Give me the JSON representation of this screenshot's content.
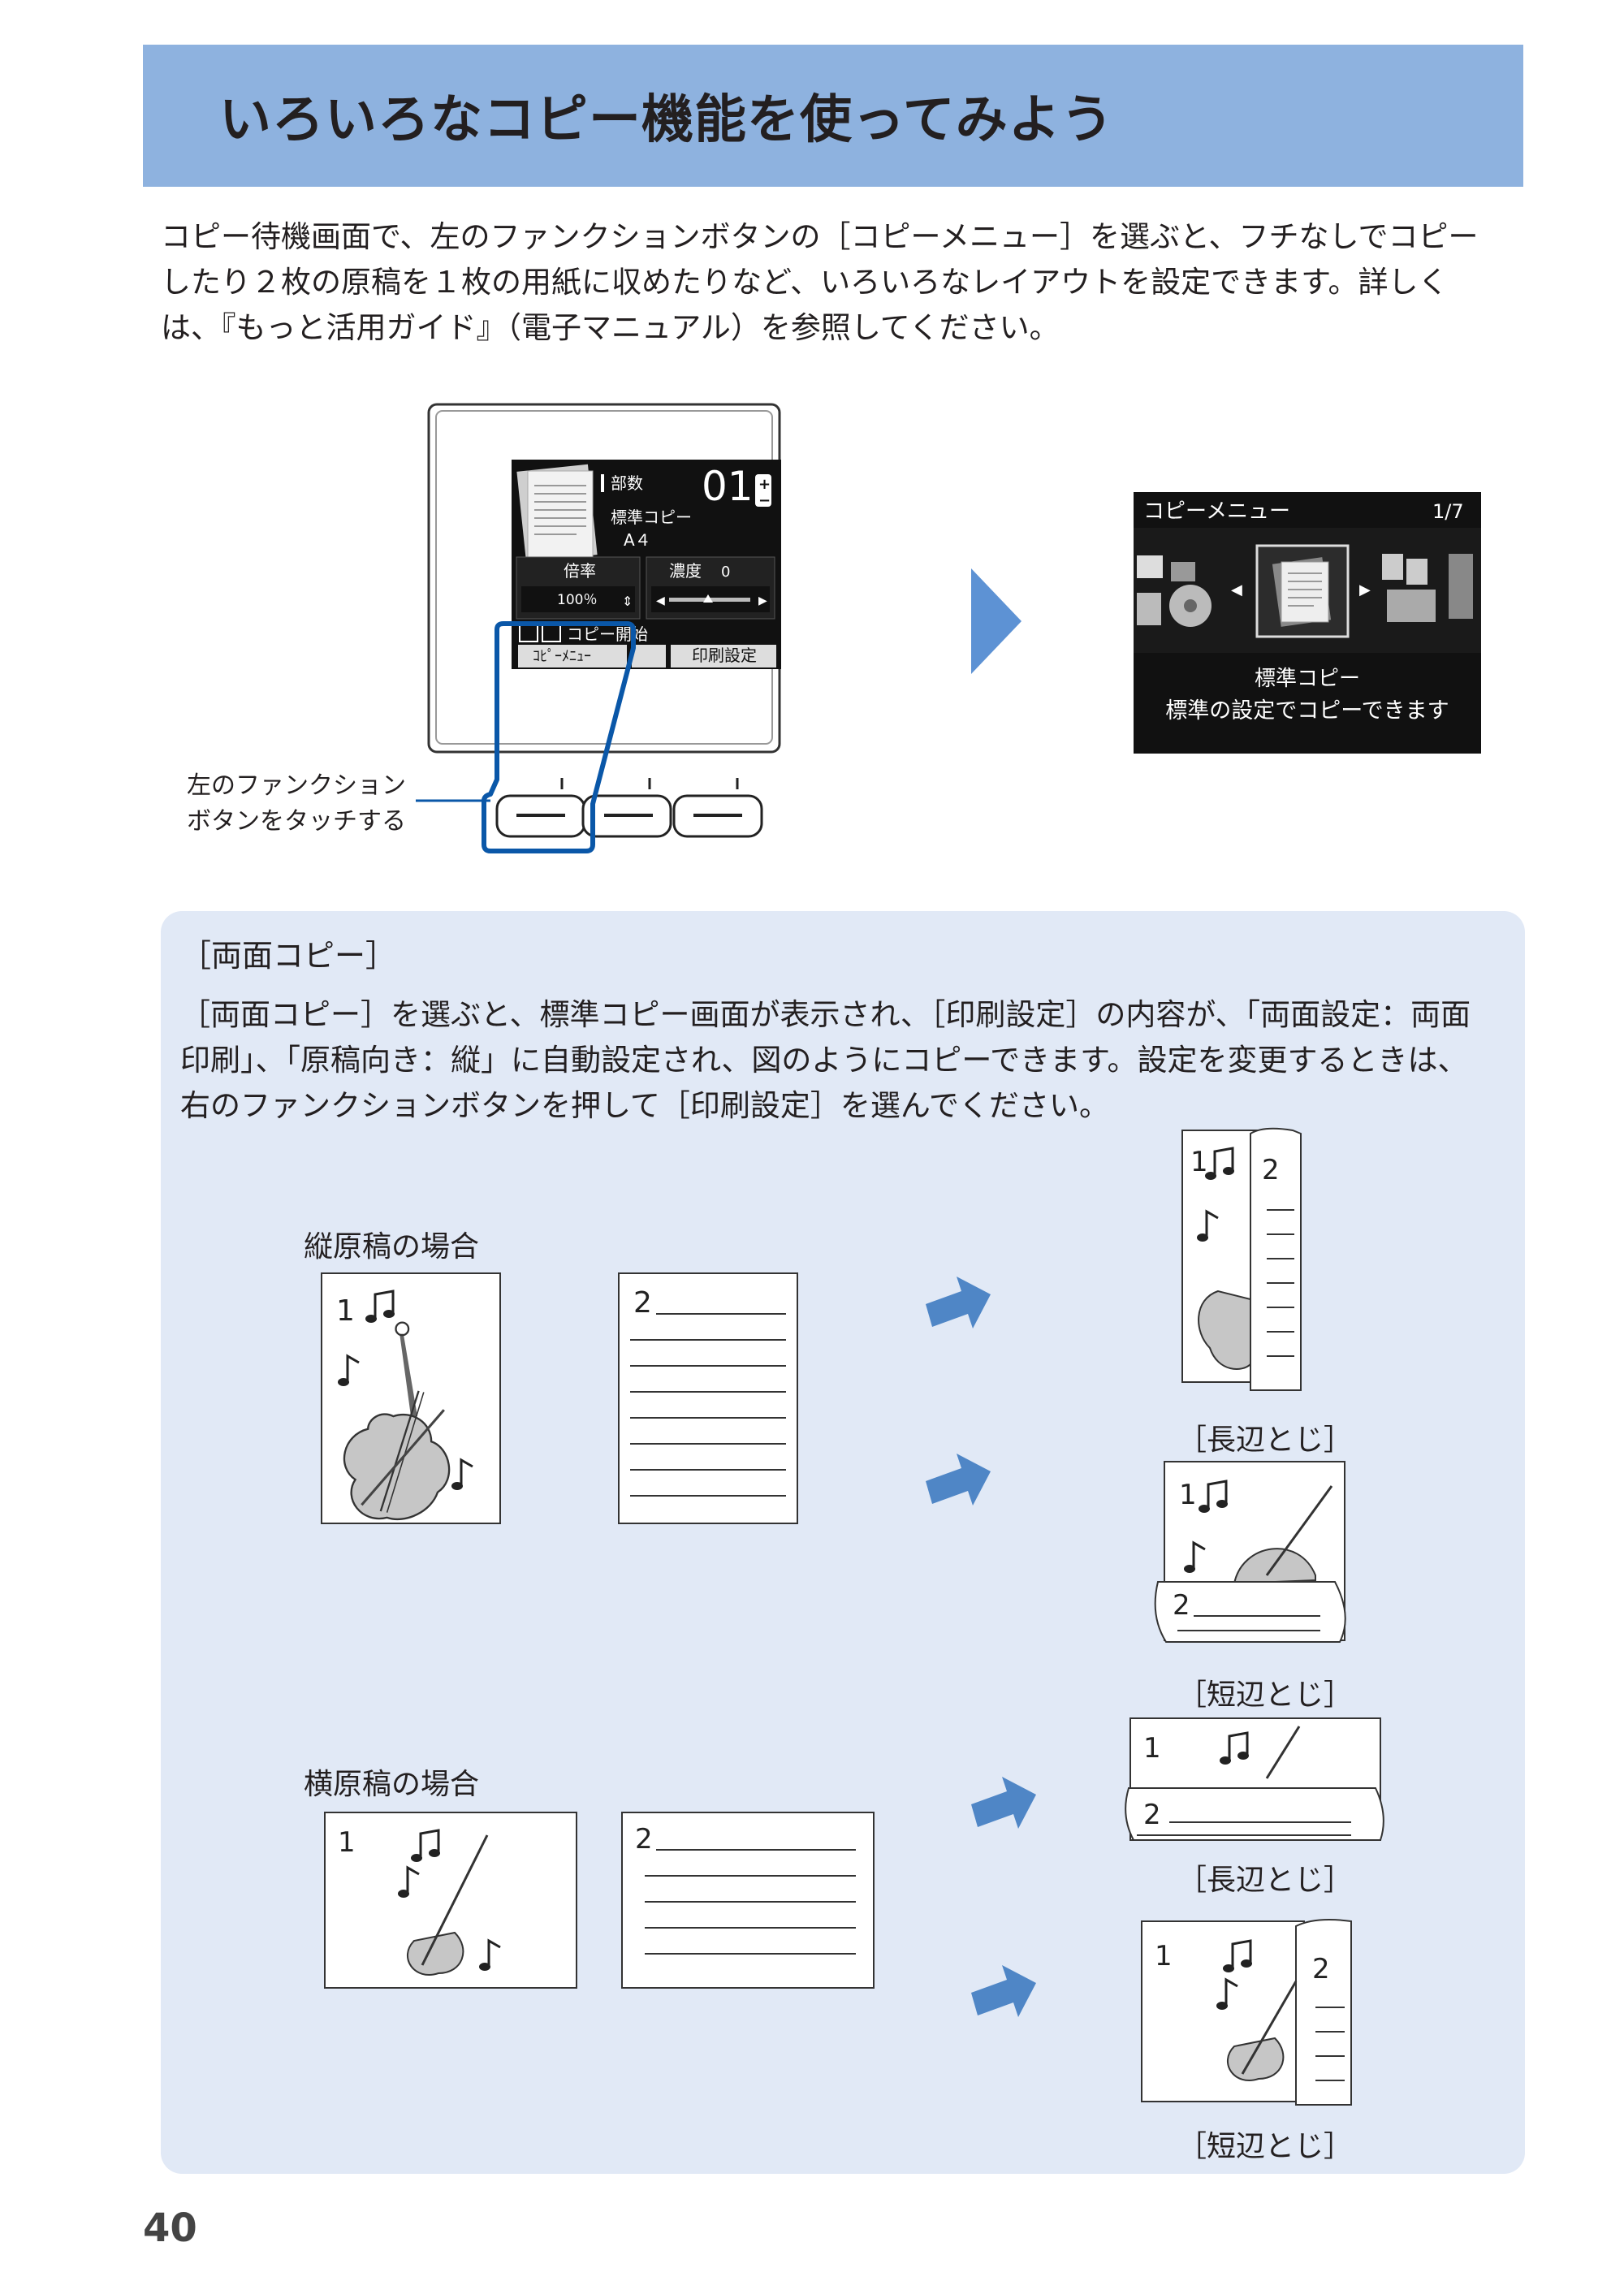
{
  "header": {
    "title": "いろいろなコピー機能を使ってみよう"
  },
  "intro": {
    "lines": [
      "コピー待機画面で、左のファンクションボタンの［コピーメニュー］を選ぶと、フチなしでコピー",
      "したり２枚の原稿を１枚の用紙に収めたりなど、いろいろなレイアウトを設定できます。詳しく",
      "は、『もっと活用ガイド』（電子マニュアル）を参照してください。"
    ]
  },
  "device_screen": {
    "copies_label": "部数",
    "copies_value": "01",
    "mode": "標準コピー",
    "paper": "A４",
    "scale_label": "倍率",
    "scale_value": "100％",
    "density_label": "濃度",
    "density_value": "0",
    "start_label": "コピー開始",
    "fn_left": "ｺﾋﾟｰﾒﾆｭｰ",
    "fn_right": "印刷設定"
  },
  "callout": {
    "line1": "左のファンクション",
    "line2": "ボタンをタッチする"
  },
  "copy_menu_screen": {
    "title": "コピーメニュー",
    "page": "1/7",
    "item_name": "標準コピー",
    "item_desc": "標準の設定でコピーできます"
  },
  "duplex_box": {
    "heading": "［両面コピー］",
    "body": [
      "［両面コピー］を選ぶと、標準コピー画面が表示され、［印刷設定］の内容が、「両面設定：両面",
      "印刷」、「原稿向き：縦」に自動設定され、図のようにコピーできます。設定を変更するときは、",
      "右のファンクションボタンを押して［印刷設定］を選んでください。"
    ],
    "portrait_label": "縦原稿の場合",
    "landscape_label": "横原稿の場合",
    "page1_number": "1",
    "page2_number": "2",
    "captions": {
      "p_long": "［長辺とじ］",
      "p_short": "［短辺とじ］",
      "l_long": "［長辺とじ］",
      "l_short": "［短辺とじ］"
    }
  },
  "page_number": "40",
  "colors": {
    "title_bar": "#8eb2df",
    "box_bg": "#e1e9f6",
    "arrow": "#4f86c6",
    "callout_blue": "#0a57a8"
  }
}
